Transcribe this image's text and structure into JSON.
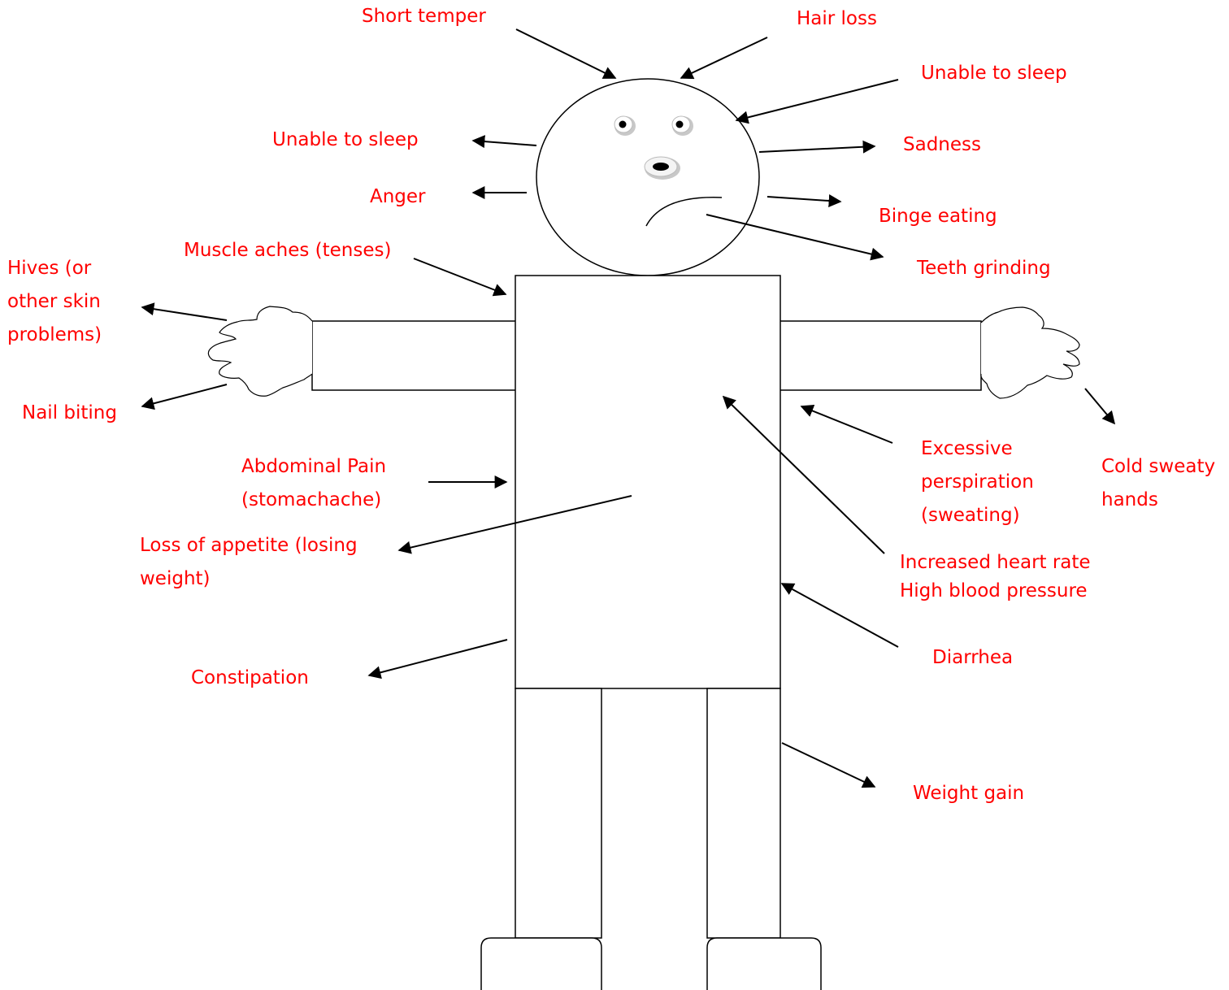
{
  "labels": {
    "short_temper": "Short temper",
    "hair_loss": "Hair loss",
    "unable_to_sleep_right": "Unable to sleep",
    "unable_to_sleep_left": "Unable to sleep",
    "sadness": "Sadness",
    "anger": "Anger",
    "binge_eating": "Binge eating",
    "muscle_aches": "Muscle aches (tenses)",
    "teeth_grinding": "Teeth grinding",
    "hives": [
      "Hives (or",
      "other skin",
      "problems)"
    ],
    "nail_biting": "Nail biting",
    "abdominal_pain": [
      "Abdominal Pain",
      "(stomachache)"
    ],
    "excessive_perspiration": [
      "Excessive",
      "perspiration",
      "(sweating)"
    ],
    "cold_sweaty_hands": [
      "Cold sweaty",
      "hands"
    ],
    "loss_of_appetite": [
      "Loss of appetite (losing",
      "weight)"
    ],
    "increased_heart_rate": [
      "Increased heart rate",
      "High blood pressure"
    ],
    "diarrhea": "Diarrhea",
    "constipation": "Constipation",
    "weight_gain": "Weight gain"
  },
  "colors": {
    "label": "#ff0000",
    "stroke": "#000000"
  }
}
